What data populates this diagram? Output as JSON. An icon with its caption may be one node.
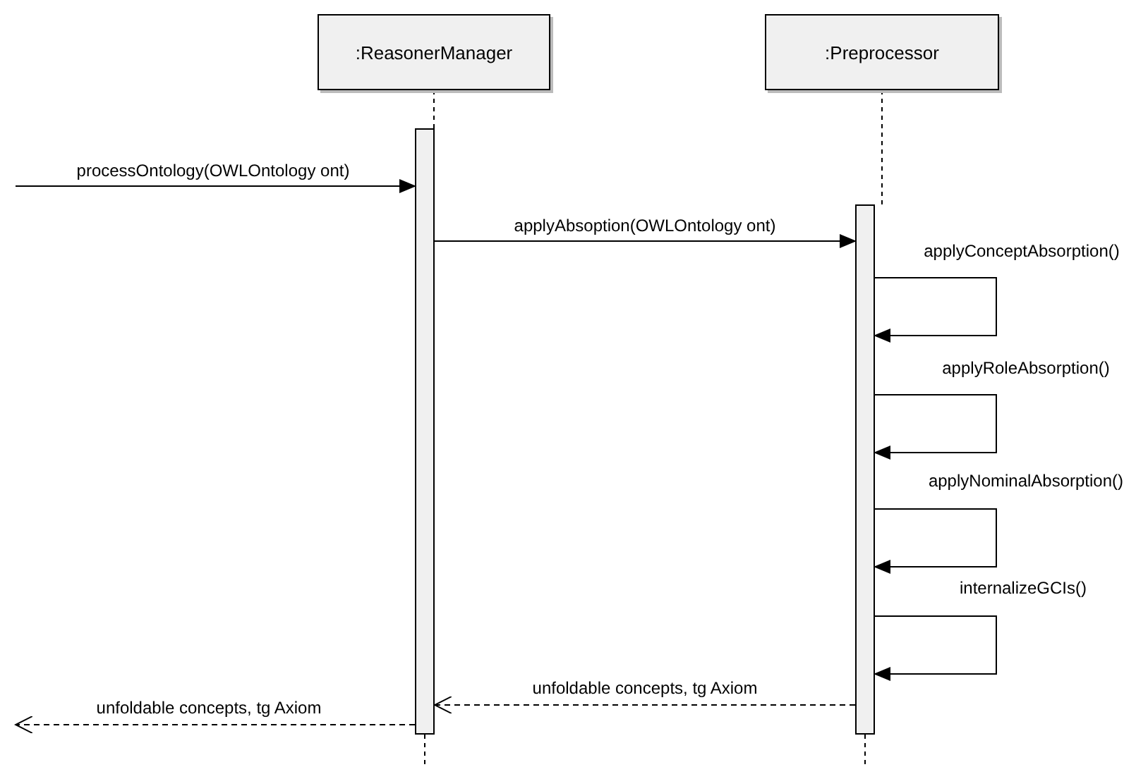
{
  "diagram": {
    "nodes": [
      {
        "text": [
          ":ReasonerManager"
        ]
      },
      {
        "text": [
          ":Preprocessor"
        ]
      },
      {
        "text": [],
        "shape": "bar"
      },
      {
        "text": [],
        "shape": "bar"
      }
    ],
    "edges": [
      {
        "from": 0,
        "to": 2,
        "arrow": "none",
        "style": "dashed"
      },
      {
        "from": 1,
        "to": 3,
        "arrow": "none",
        "style": "dashed"
      },
      {
        "from": null,
        "to": 2,
        "arrow": "to",
        "label": "processOntology(OWLOntology ont)"
      },
      {
        "from": 2,
        "to": 3,
        "arrow": "to",
        "label": "applyAbsoption(OWLOntology ont)"
      },
      {
        "from": 3,
        "to": 3,
        "arrow": "to",
        "label": "applyConceptAbsorption()"
      },
      {
        "from": 3,
        "to": 3,
        "arrow": "to",
        "label": "applyRoleAbsorption()"
      },
      {
        "from": 3,
        "to": 3,
        "arrow": "to",
        "label": "applyNominalAbsorption()"
      },
      {
        "from": 3,
        "to": 3,
        "arrow": "to",
        "label": "internalizeGCIs()"
      },
      {
        "from": 3,
        "to": 2,
        "arrow": "to",
        "style": "dashed",
        "label": "unfoldable concepts, tg Axiom"
      },
      {
        "from": 2,
        "to": null,
        "arrow": "to",
        "style": "dashed",
        "label": "unfoldable concepts, tg Axiom"
      }
    ]
  }
}
